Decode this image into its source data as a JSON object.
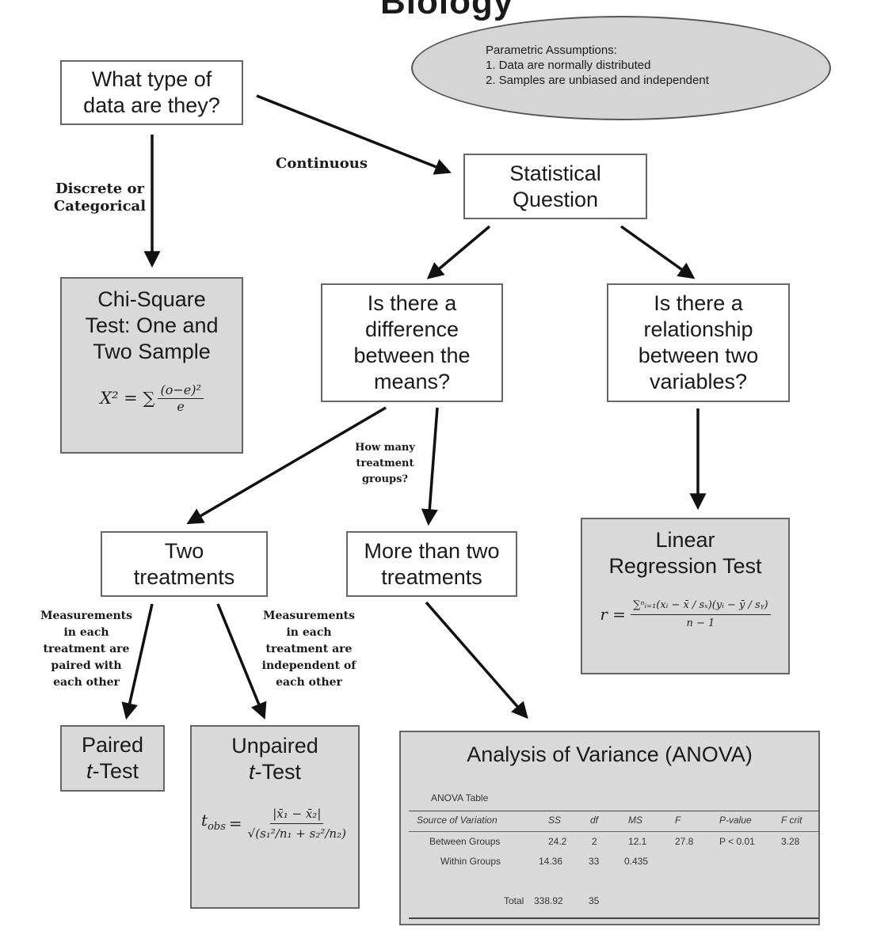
{
  "title": "Biology",
  "assumptions": {
    "heading": "Parametric Assumptions:",
    "item1": "1. Data are normally distributed",
    "item2": "2. Samples are unbiased and independent"
  },
  "nodes": {
    "data_type": {
      "line1": "What type of",
      "line2": "data are they?"
    },
    "statistical_question": {
      "line1": "Statistical",
      "line2": "Question"
    },
    "chi_square": {
      "line1": "Chi-Square",
      "line2": "Test: One and",
      "line3": "Two Sample"
    },
    "difference_means": {
      "line1": "Is there a",
      "line2": "difference",
      "line3": "between the",
      "line4": "means?"
    },
    "relationship": {
      "line1": "Is there a",
      "line2": "relationship",
      "line3": "between two",
      "line4": "variables?"
    },
    "two_treatments": {
      "line1": "Two",
      "line2": "treatments"
    },
    "more_treatments": {
      "line1": "More than two",
      "line2": "treatments"
    },
    "linear_regression": {
      "line1": "Linear",
      "line2": "Regression Test"
    },
    "paired": {
      "line1": "Paired",
      "line2_t": "t",
      "line2_rest": "-Test"
    },
    "unpaired": {
      "line1": "Unpaired",
      "line2_t": "t",
      "line2_rest": "-Test"
    },
    "anova": {
      "title": "Analysis of Variance (ANOVA)"
    }
  },
  "edge_labels": {
    "continuous": "Continuous",
    "discrete_1": "Discrete or",
    "discrete_2": "Categorical",
    "how_many_1": "How many",
    "how_many_2": "treatment",
    "how_many_3": "groups?",
    "paired_1": "Measurements",
    "paired_2": "in each",
    "paired_3": "treatment are",
    "paired_4": "paired with",
    "paired_5": "each other",
    "indep_1": "Measurements",
    "indep_2": "in each",
    "indep_3": "treatment are",
    "indep_4": "independent of",
    "indep_5": "each other"
  },
  "formulas": {
    "chi": {
      "lhs": "X² = ∑",
      "num": "(o−e)²",
      "den": "e"
    },
    "regression": {
      "lhs": "r =",
      "num": "∑ⁿᵢ₌₁(xᵢ − x̄ / sₓ)(yᵢ − ȳ / sᵧ)",
      "den": "n − 1"
    },
    "t_obs": {
      "lhs": "t",
      "sub": "obs",
      "eq": "=",
      "num": "|x̄₁ − x̄₂|",
      "den": "√(s₁²/n₁ + s₂²/n₂)"
    }
  },
  "anova_table": {
    "caption": "ANOVA Table",
    "headers": [
      "Source of Variation",
      "SS",
      "df",
      "MS",
      "F",
      "P-value",
      "F crit"
    ],
    "rows": [
      [
        "Between Groups",
        "24.2",
        "2",
        "12.1",
        "27.8",
        "P < 0.01",
        "3.28"
      ],
      [
        "Within Groups",
        "14.36",
        "33",
        "0.435",
        "",
        "",
        ""
      ],
      [
        "Total",
        "338.92",
        "35",
        "",
        "",
        "",
        ""
      ]
    ]
  },
  "colors": {
    "box_border": "#666666",
    "grey_fill": "#d9d9d9",
    "arrow": "#111111"
  }
}
